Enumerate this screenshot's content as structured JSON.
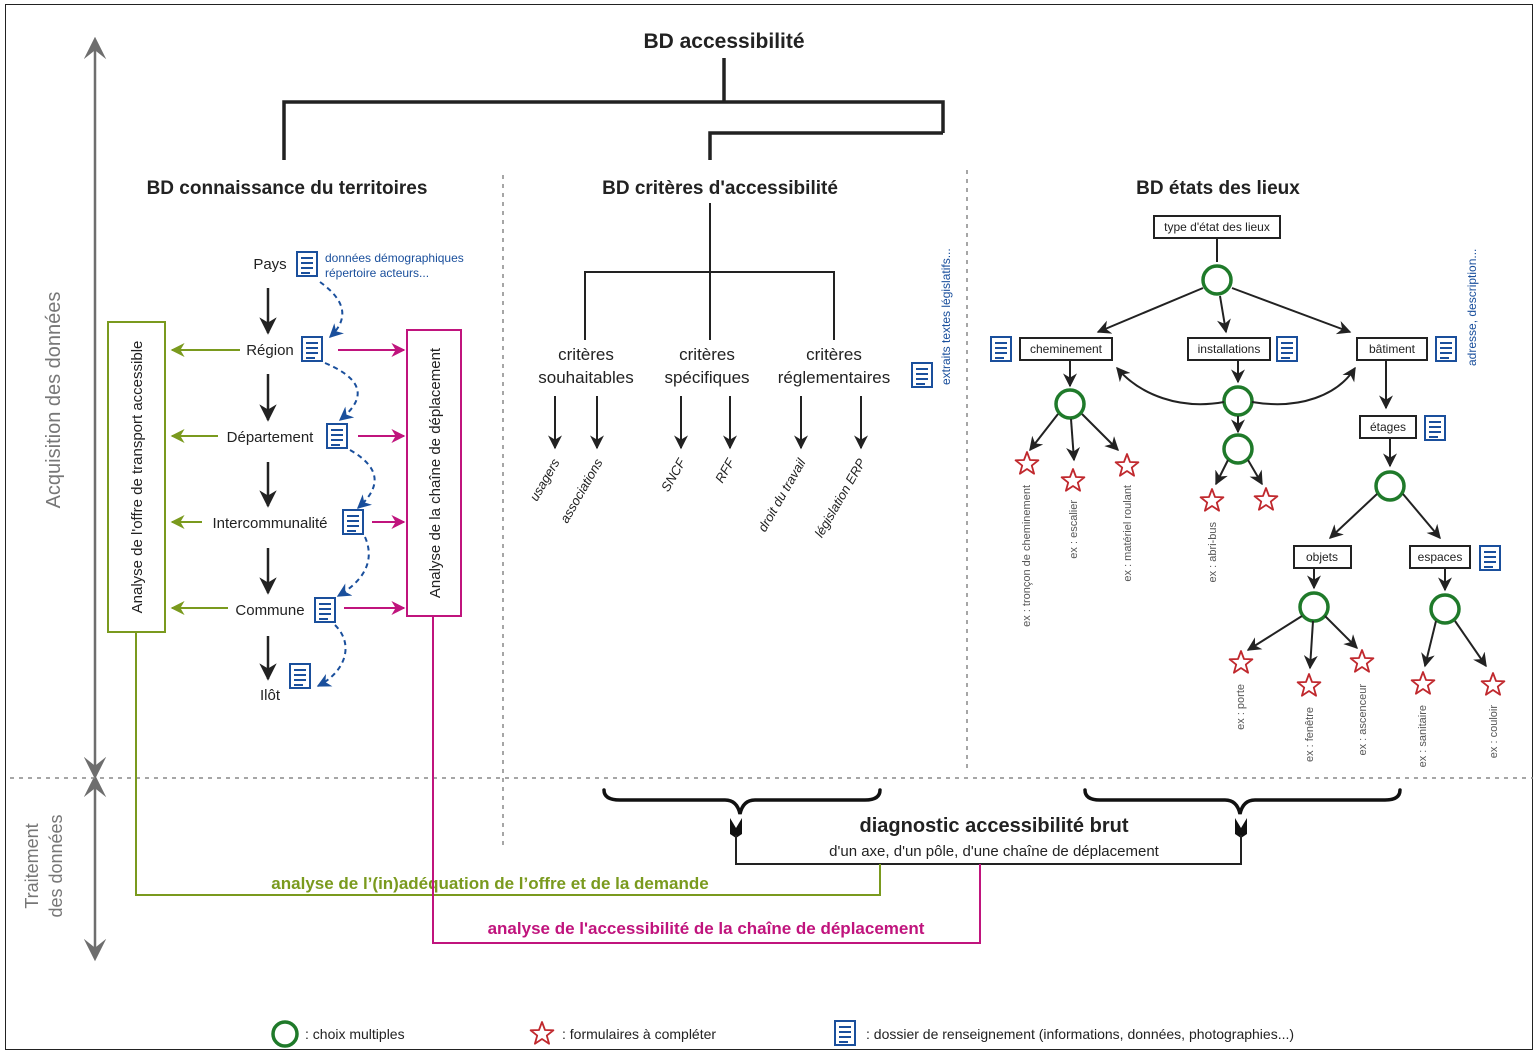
{
  "title": "BD accessibilité",
  "side": {
    "acquisition": "Acquisition des données",
    "traitement1": "Traitement",
    "traitement2": "des données"
  },
  "col1": {
    "title": "BD connaissance du territoires",
    "levels": [
      "Pays",
      "Région",
      "Département",
      "Intercommunalité",
      "Commune",
      "Ilôt"
    ],
    "notes": [
      "données démographiques",
      "répertoire acteurs..."
    ],
    "green_box": "Analyse de l'offre de transport accessible",
    "pink_box": "Analyse de la chaîne de déplacement"
  },
  "col2": {
    "title": "BD critères d'accessibilité",
    "groups": [
      {
        "l1": "critères",
        "l2": "souhaitables",
        "items": [
          "usagers",
          "associations"
        ]
      },
      {
        "l1": "critères",
        "l2": "spécifiques",
        "items": [
          "SNCF",
          "RFF"
        ]
      },
      {
        "l1": "critères",
        "l2": "réglementaires",
        "items": [
          "droit du travail",
          "législation ERP"
        ]
      }
    ],
    "note": "extraits textes législatifs..."
  },
  "col3": {
    "title": "BD états des lieux",
    "root": "type d'état des lieux",
    "note": "adresse, description...",
    "boxes": {
      "chem": "cheminement",
      "inst": "installations",
      "bat": "bâtiment",
      "etages": "étages",
      "objets": "objets",
      "espaces": "espaces"
    },
    "examples": {
      "chem": [
        "ex : tronçon de cheminement",
        "ex : escalier",
        "ex : matériel roulant"
      ],
      "inst": [
        "ex : abri-bus"
      ],
      "objets": [
        "ex : porte",
        "ex : fenêtre",
        "ex : ascenceur"
      ],
      "espaces": [
        "ex : sanitaire",
        "ex : couloir"
      ]
    }
  },
  "diagnostic": {
    "title": "diagnostic accessibilité brut",
    "subtitle": "d'un axe, d'un pôle, d'une chaîne de déplacement"
  },
  "analyses": {
    "green": "analyse de l’(in)adéquation de l’offre et de la demande",
    "pink": "analyse de l'accessibilité de la chaîne de déplacement"
  },
  "legend": {
    "circle": ": choix multiples",
    "star": ": formulaires à compléter",
    "doc": ": dossier de renseignement (informations, données, photographies...)"
  },
  "colors": {
    "green": "#7a9a1e",
    "pink": "#c0147d",
    "blue": "#1a4f9c",
    "darkgreen": "#1f7a2a",
    "red": "#c0282d"
  }
}
